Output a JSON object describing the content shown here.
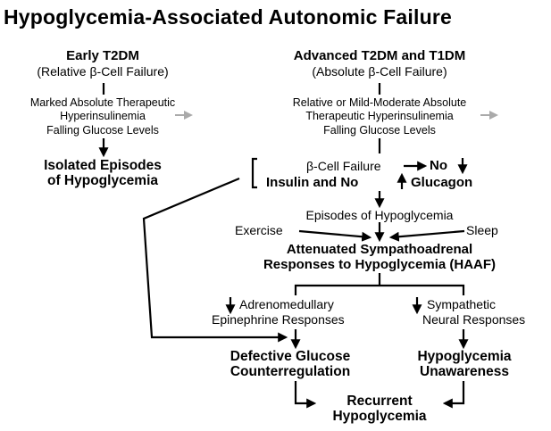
{
  "title": "Hypoglycemia-Associated Autonomic Failure",
  "left_column": {
    "heading": "Early T2DM",
    "subheading": "(Relative β-Cell Failure)",
    "therapy_line1": "Marked Absolute Therapeutic",
    "therapy_line2": "Hyperinsulinemia",
    "glucose": "Falling Glucose Levels",
    "outcome_line1": "Isolated Episodes",
    "outcome_line2": "of Hypoglycemia"
  },
  "right_column": {
    "heading": "Advanced T2DM and T1DM",
    "subheading": "(Absolute β-Cell Failure)",
    "therapy_line1": "Relative or Mild-Moderate Absolute",
    "therapy_line2": "Therapeutic Hyperinsulinemia",
    "glucose": "Falling Glucose Levels",
    "beta_cell_failure": "β-Cell Failure",
    "no_word": "No",
    "insulin_no": "Insulin and No",
    "glucagon": "Glucagon"
  },
  "center": {
    "episodes": "Episodes of Hypoglycemia",
    "exercise": "Exercise",
    "sleep": "Sleep",
    "attenuated_line1": "Attenuated Sympathoadrenal",
    "attenuated_line2": "Responses to Hypoglycemia (HAAF)"
  },
  "branches": {
    "adreno_line1": "Adrenomedullary",
    "adreno_line2": "Epinephrine Responses",
    "sympathetic_line1": "Sympathetic",
    "sympathetic_line2": "Neural Responses",
    "defective_line1": "Defective Glucose",
    "defective_line2": "Counterregulation",
    "unawareness_line1": "Hypoglycemia",
    "unawareness_line2": "Unawareness"
  },
  "final": {
    "line1": "Recurrent",
    "line2": "Hypoglycemia"
  },
  "colors": {
    "line": "#000000",
    "gray_arrow": "#aaaaaa"
  }
}
